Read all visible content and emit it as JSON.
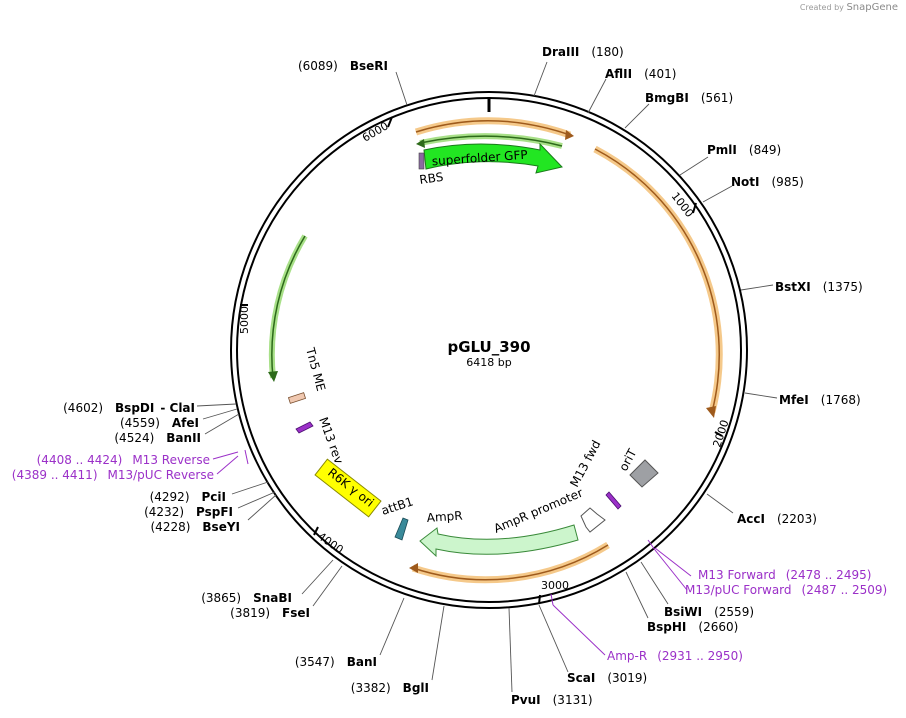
{
  "credit": {
    "prefix": "Created by",
    "brand": "SnapGene"
  },
  "plasmid": {
    "name": "pGLU_390",
    "size": "6418 bp",
    "length": 6418
  },
  "ticks": [
    "1000",
    "2000",
    "3000",
    "4000",
    "5000",
    "6000"
  ],
  "sites": [
    {
      "name": "DraIII",
      "pos": "(180)"
    },
    {
      "name": "AflII",
      "pos": "(401)"
    },
    {
      "name": "BmgBI",
      "pos": "(561)"
    },
    {
      "name": "PmlI",
      "pos": "(849)"
    },
    {
      "name": "NotI",
      "pos": "(985)"
    },
    {
      "name": "BstXI",
      "pos": "(1375)"
    },
    {
      "name": "MfeI",
      "pos": "(1768)"
    },
    {
      "name": "AccI",
      "pos": "(2203)"
    },
    {
      "name": "BsiWI",
      "pos": "(2559)"
    },
    {
      "name": "BspHI",
      "pos": "(2660)"
    },
    {
      "name": "ScaI",
      "pos": "(3019)"
    },
    {
      "name": "PvuI",
      "pos": "(3131)"
    },
    {
      "name": "BglI",
      "pos": "(3382)"
    },
    {
      "name": "BanI",
      "pos": "(3547)"
    },
    {
      "name": "FseI",
      "pos": "(3819)"
    },
    {
      "name": "SnaBI",
      "pos": "(3865)"
    },
    {
      "name": "BseYI",
      "pos": "(4228)"
    },
    {
      "name": "PspFI",
      "pos": "(4232)"
    },
    {
      "name": "PciI",
      "pos": "(4292)"
    },
    {
      "name": "BanII",
      "pos": "(4524)"
    },
    {
      "name": "AfeI",
      "pos": "(4559)"
    },
    {
      "name": "BspDI",
      "pos": "(4602)",
      "alt": "ClaI"
    },
    {
      "name": "BseRI",
      "pos": "(6089)"
    }
  ],
  "primers": [
    {
      "name": "M13 Reverse",
      "range": "(4408 .. 4424)"
    },
    {
      "name": "M13/pUC Reverse",
      "range": "(4389 .. 4411)"
    },
    {
      "name": "M13 Forward",
      "range": "(2478 .. 2495)"
    },
    {
      "name": "M13/pUC Forward",
      "range": "(2487 .. 2509)"
    },
    {
      "name": "Amp-R",
      "range": "(2931 .. 2950)"
    }
  ],
  "features": {
    "gfp": "superfolder GFP",
    "rbs": "RBS",
    "tn5": "Tn5 ME",
    "m13rev": "M13 rev",
    "r6k": "R6K γ ori",
    "attb1": "attB1",
    "ampr": "AmpR",
    "amprprom": "AmpR promoter",
    "m13fwd": "M13 fwd",
    "orit": "oriT"
  },
  "colors": {
    "gfp": "#22e622",
    "orf": "#f5c98a",
    "orf_inner": "#9e5a1c",
    "green_orf": "#a8e088",
    "ampr": "#ccf5cc",
    "r6k": "#ffff00",
    "orit": "#9ea0a4",
    "attb1": "#3a8a9a",
    "primer": "#9b30c8",
    "tn5": "#f0c8b0"
  }
}
